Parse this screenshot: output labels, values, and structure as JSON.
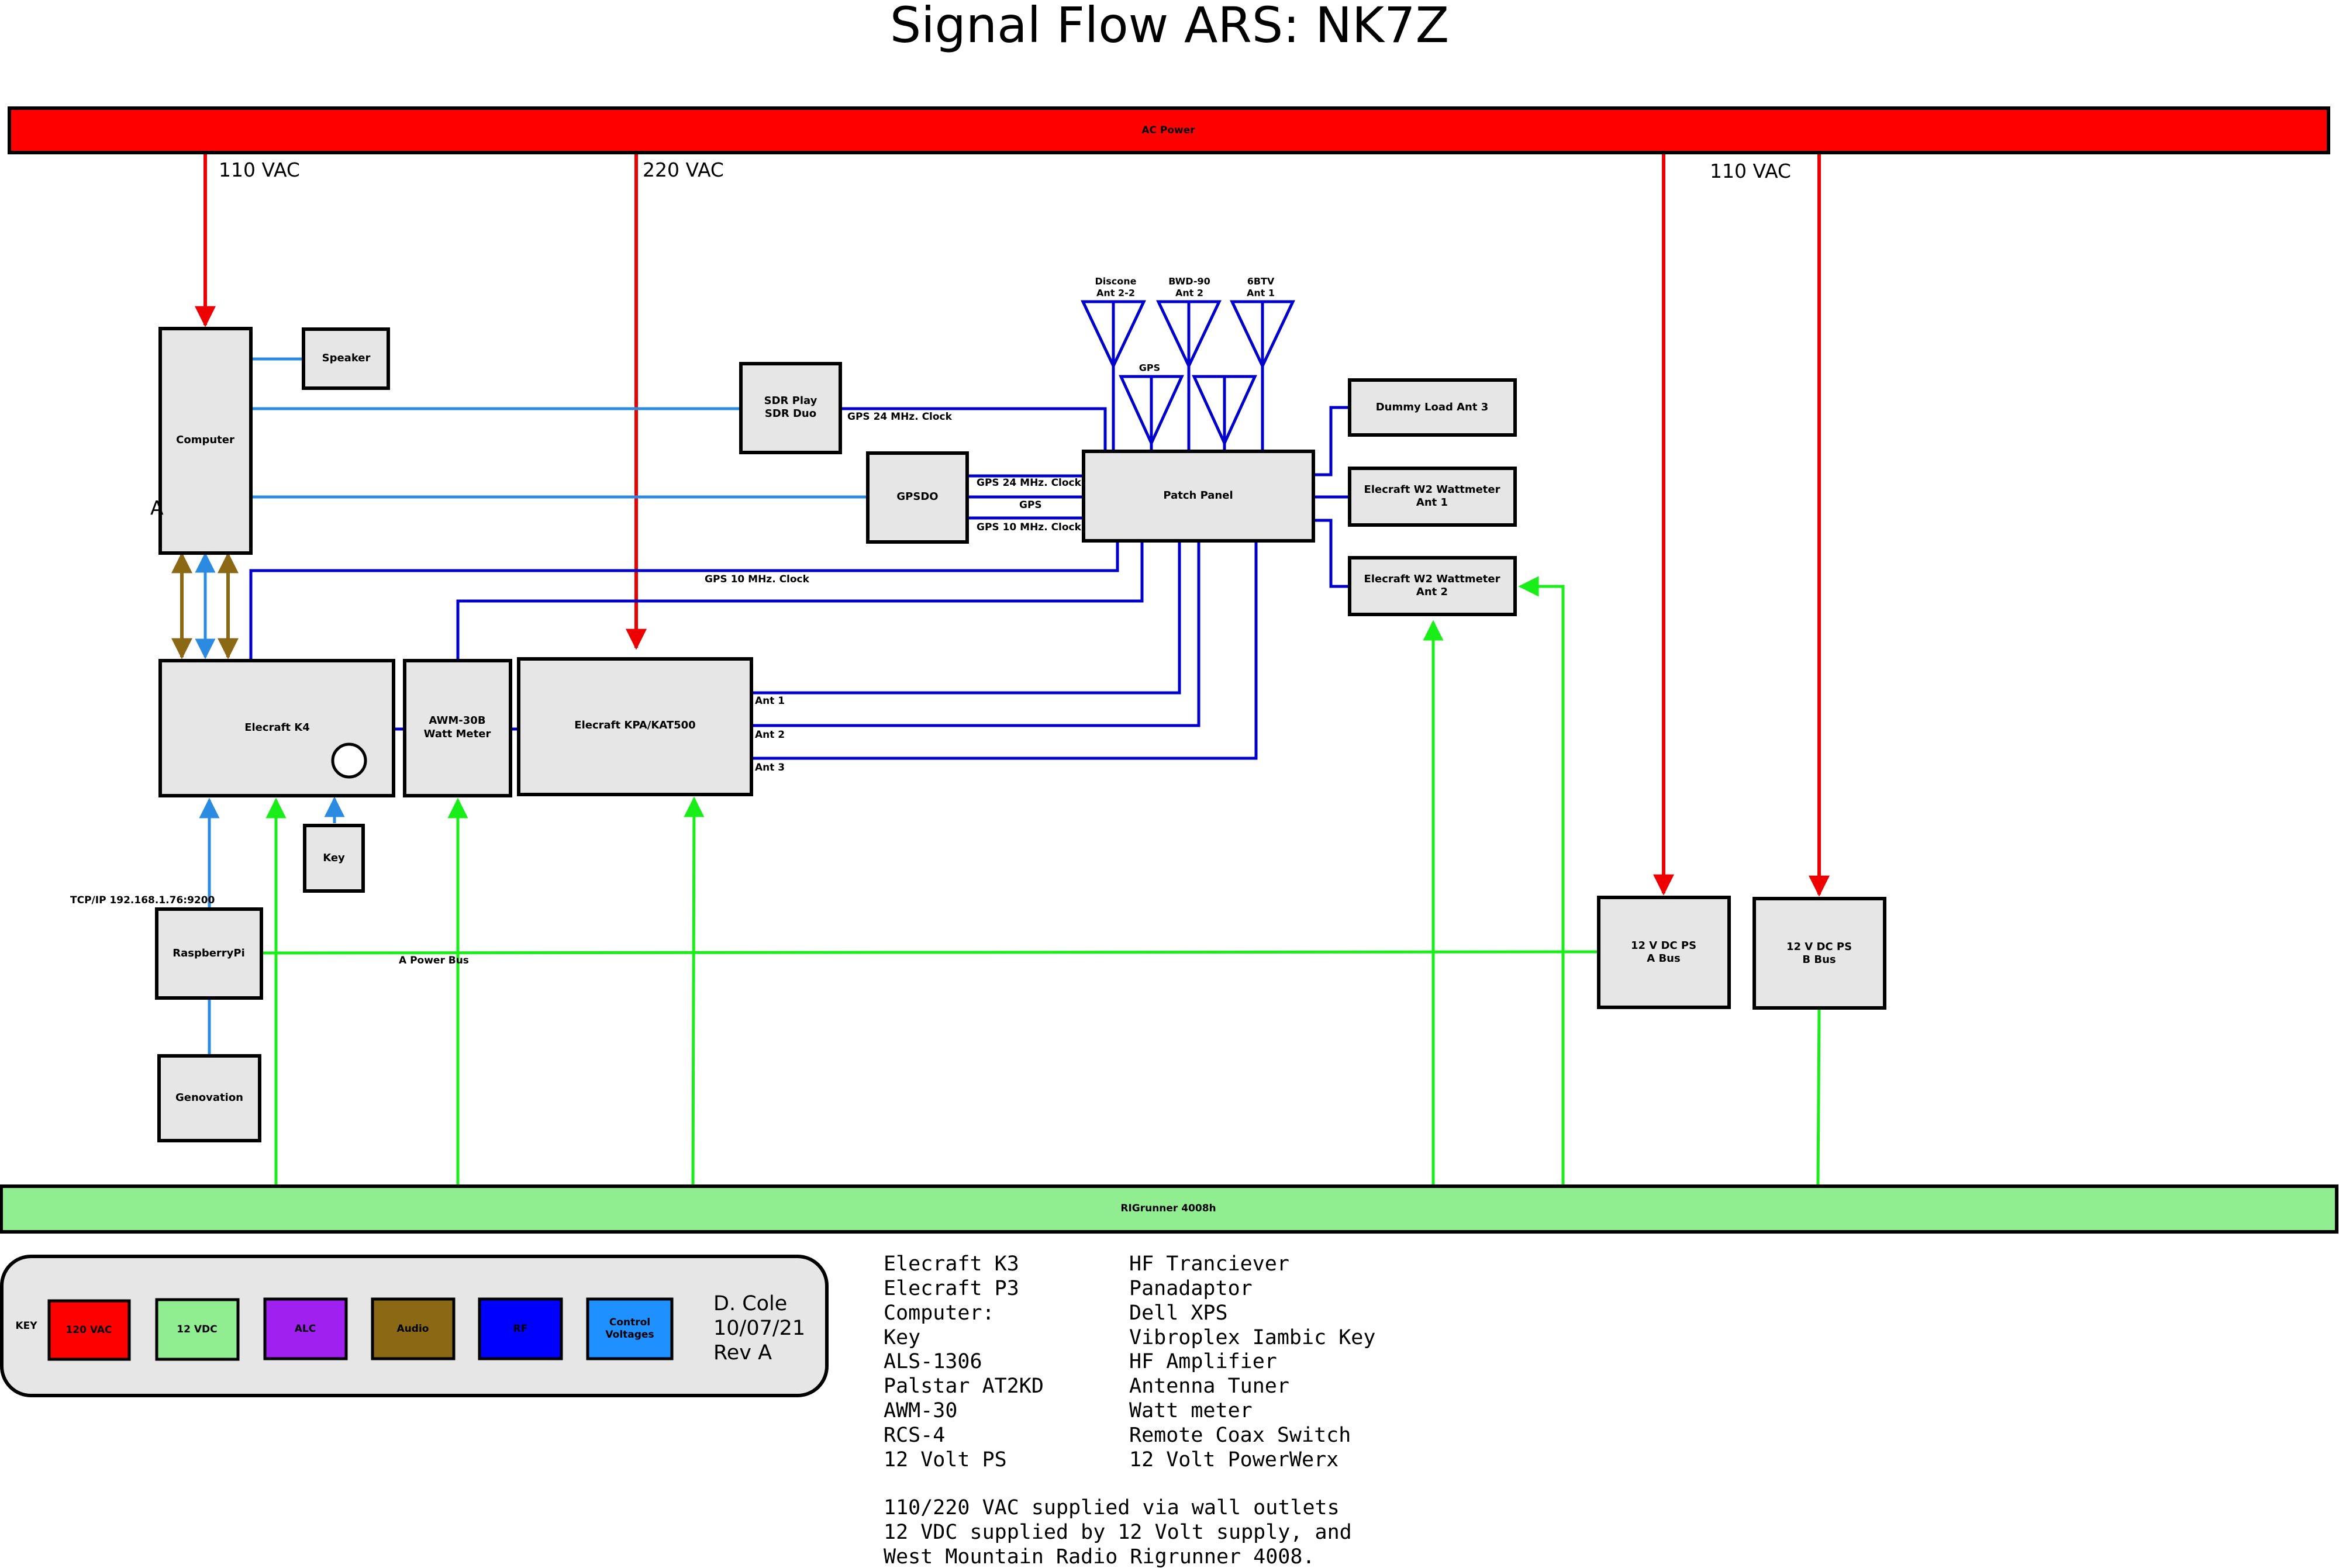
{
  "title": "Signal Flow ARS: NK7Z",
  "colors": {
    "ac": "#ff0000",
    "dc": "#90ee90",
    "dc_wire": "#19ee19",
    "alc": "#a020f0",
    "audio": "#8b6914",
    "rf": "#0000ff",
    "rf_wire": "#0000cc",
    "control": "#1e90ff",
    "box": "#e6e6e6"
  },
  "buses": {
    "ac_power": "AC Power",
    "rigrunner": "RIGrunner 4008h"
  },
  "voltages": {
    "v110_left": "110 VAC",
    "v220": "220 VAC",
    "v110_right": "110 VAC"
  },
  "nodes": {
    "computer": "Computer",
    "speaker": "Speaker",
    "sdr_play": [
      "SDR Play",
      "SDR Duo"
    ],
    "gpsdo": "GPSDO",
    "patch_panel": "Patch Panel",
    "dummy_load": "Dummy Load Ant 3",
    "w2_ant1": [
      "Elecraft W2 Wattmeter",
      "Ant 1"
    ],
    "w2_ant2": [
      "Elecraft W2 Wattmeter",
      "Ant 2"
    ],
    "k4": "Elecraft K4",
    "awm": [
      "AWM-30B",
      "Watt Meter"
    ],
    "kpa": "Elecraft KPA/KAT500",
    "key": "Key",
    "raspberry": "RaspberryPi",
    "genovation": "Genovation",
    "ps_a": [
      "12 V DC PS",
      "A Bus"
    ],
    "ps_b": [
      "12 V DC PS",
      "B Bus"
    ]
  },
  "antennas": {
    "discone": [
      "Discone",
      "Ant 2-2"
    ],
    "bwd90": [
      "BWD-90",
      "Ant 2"
    ],
    "btv6": [
      "6BTV",
      "Ant 1"
    ],
    "gps": "GPS"
  },
  "edge_labels": {
    "gps24_sdr": "GPS 24 MHz. Clock",
    "gps24_gpsdo": "GPS 24 MHz. Clock",
    "gps": "GPS",
    "gps10_gpsdo": "GPS 10 MHz. Clock",
    "gps10_k4": "GPS 10 MHz. Clock",
    "ant1": "Ant 1",
    "ant2": "Ant 2",
    "ant3": "Ant 3",
    "tcpip": "TCP/IP 192.168.1.76:9200",
    "a_power_bus": "A Power Bus",
    "stray": "A"
  },
  "key_legend": {
    "label": "KEY",
    "items": [
      {
        "label": "120 VAC",
        "color": "#ff0000",
        "sub": ""
      },
      {
        "label": "12 VDC",
        "color": "#90ee90",
        "sub": ""
      },
      {
        "label": "ALC",
        "color": "#a020f0",
        "sub": ""
      },
      {
        "label": "Audio",
        "color": "#8b6914",
        "sub": ""
      },
      {
        "label": "RF",
        "color": "#0000ff",
        "sub": ""
      },
      {
        "label": "Control",
        "color": "#1e90ff",
        "sub": "Voltages"
      }
    ],
    "author": "D. Cole",
    "date": "10/07/21",
    "rev": "Rev A"
  },
  "equipment_list": [
    {
      "name": "Elecraft K3",
      "desc": "HF Tranciever"
    },
    {
      "name": "Elecraft P3",
      "desc": "Panadaptor"
    },
    {
      "name": "Computer:",
      "desc": "Dell XPS"
    },
    {
      "name": "Key",
      "desc": "Vibroplex Iambic Key"
    },
    {
      "name": "ALS-1306",
      "desc": "HF Amplifier"
    },
    {
      "name": "Palstar AT2KD",
      "desc": "Antenna Tuner"
    },
    {
      "name": "AWM-30",
      "desc": "Watt meter"
    },
    {
      "name": "RCS-4",
      "desc": "Remote Coax Switch"
    },
    {
      "name": "12 Volt PS",
      "desc": "12 Volt PowerWerx"
    }
  ],
  "notes": [
    "110/220 VAC supplied via wall outlets",
    "12 VDC supplied by 12 Volt supply, and",
    "West Mountain Radio Rigrunner 4008."
  ]
}
